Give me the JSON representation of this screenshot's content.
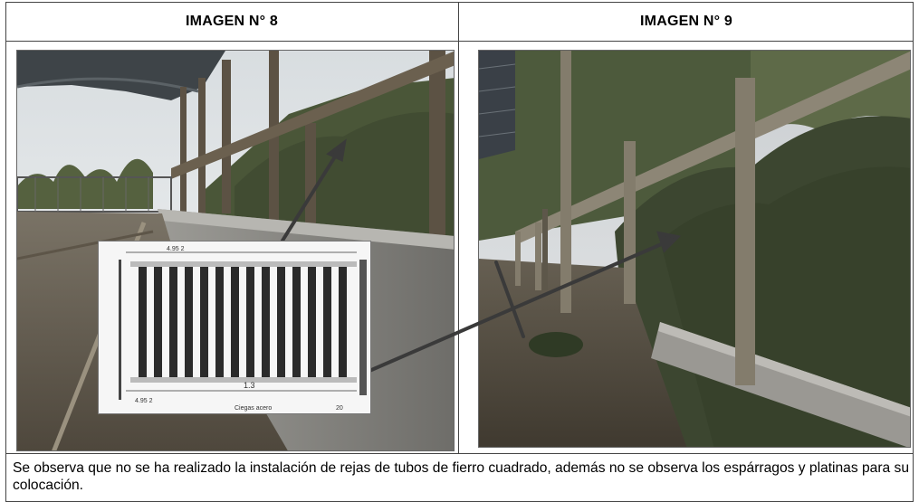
{
  "table": {
    "left_header": "IMAGEN N° 8",
    "right_header": "IMAGEN N° 9",
    "caption": "Se observa que no se ha realizado la instalación de rejas de tubos de fierro cuadrado, además no se observa los espárragos y platinas para su colocación."
  },
  "inset_drawing": {
    "dimension_top": "4.95 2",
    "dimension_bottom": "4.95 2",
    "mark": "1.3",
    "footer_label": "Ciegas acero",
    "scale_label": "20"
  },
  "colors": {
    "border": "#444444",
    "inset_bars": "#2b2b2b",
    "annotation_arrow": "#3a3a3a",
    "sky": "#e9ecee",
    "vegetation": "#4d5a3c",
    "concrete": "#8b8b86",
    "soil": "#6f6656"
  }
}
